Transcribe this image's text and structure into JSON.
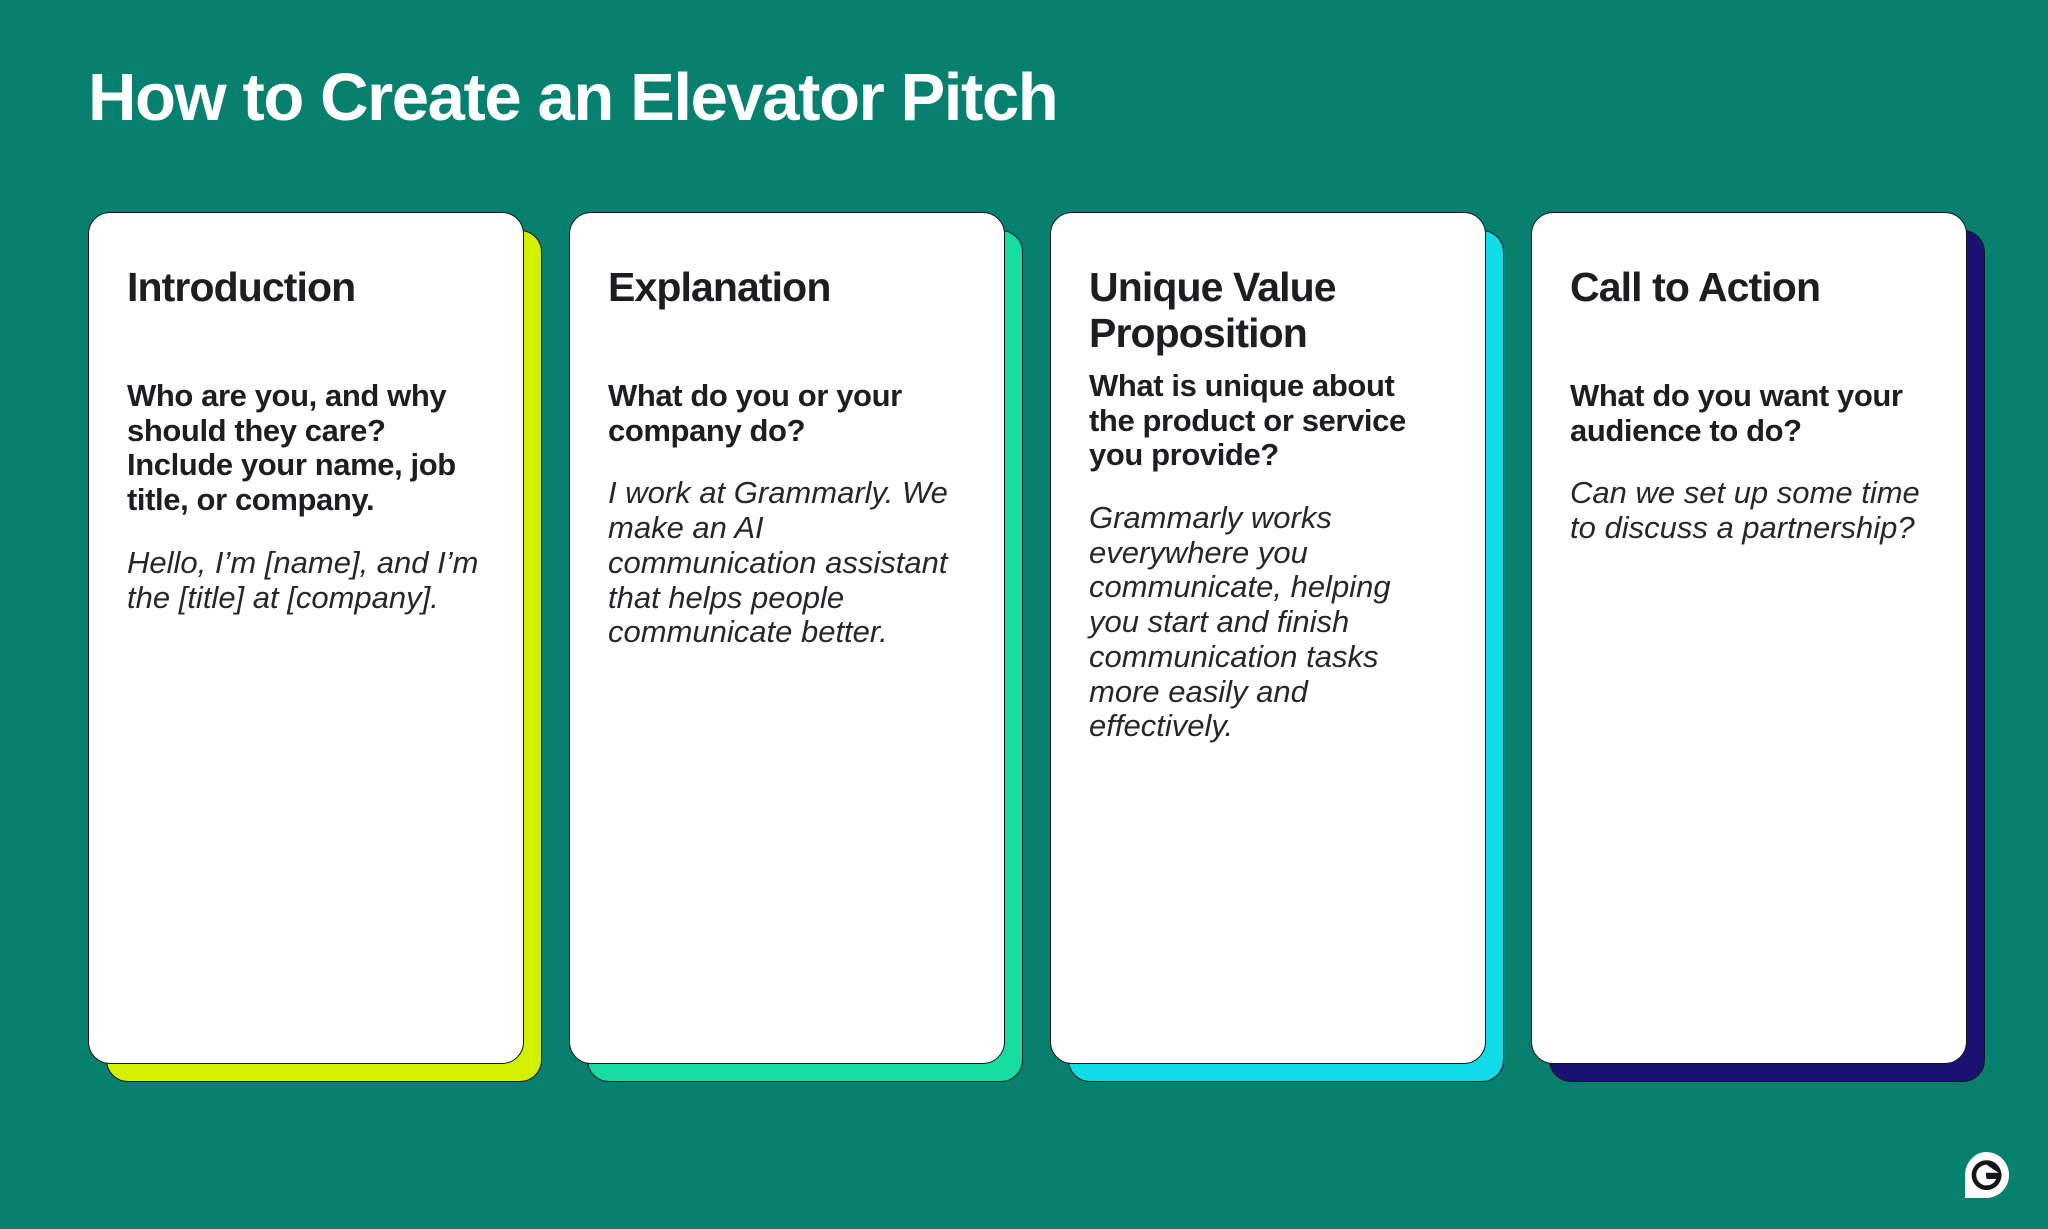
{
  "slide": {
    "background_color": "#07806F",
    "title": "How to Create an Elevator Pitch"
  },
  "cards": [
    {
      "title": "Introduction",
      "question": "Who are you, and why should they care? Include your name, job title, or company.",
      "example": "Hello, I’m [name], and I’m the [title] at [company].",
      "accent_color": "#D3F000"
    },
    {
      "title": "Explanation",
      "question": "What do you or your company do?",
      "example": "I work at Grammarly. We make an AI communication assistant that helps people communicate better.",
      "accent_color": "#17DDA1"
    },
    {
      "title": "Unique Value Proposition",
      "question": "What is unique about the product or service you provide?",
      "example": "Grammarly works everywhere you communicate, helping you start and finish communication tasks more easily and effectively.",
      "accent_color": "#0FDCE7"
    },
    {
      "title": "Call to Action",
      "question": "What do you want your audience to do?",
      "example": "Can we set up some time to discuss a partnership?",
      "accent_color": "#1B1173"
    }
  ],
  "logo": {
    "name": "grammarly-logo",
    "letter": "G",
    "mark_color": "#FFFFFF",
    "letter_color": "#16161A"
  }
}
